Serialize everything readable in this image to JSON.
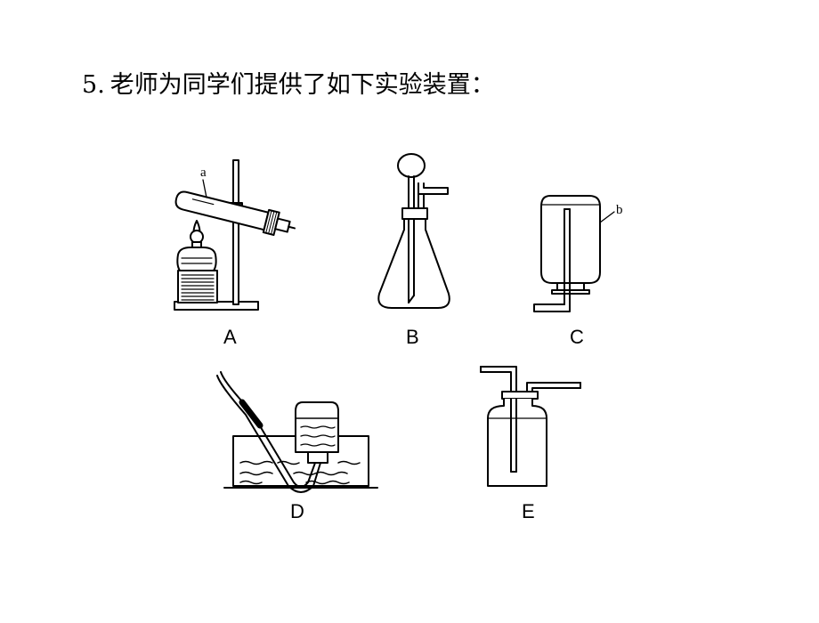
{
  "question": {
    "number": "5",
    "separator": ".",
    "text": "老师为同学们提供了如下实验装置："
  },
  "apparatus": [
    {
      "id": "A",
      "label": "A",
      "part_label": "a"
    },
    {
      "id": "B",
      "label": "B"
    },
    {
      "id": "C",
      "label": "C",
      "part_label": "b"
    },
    {
      "id": "D",
      "label": "D"
    },
    {
      "id": "E",
      "label": "E"
    }
  ]
}
